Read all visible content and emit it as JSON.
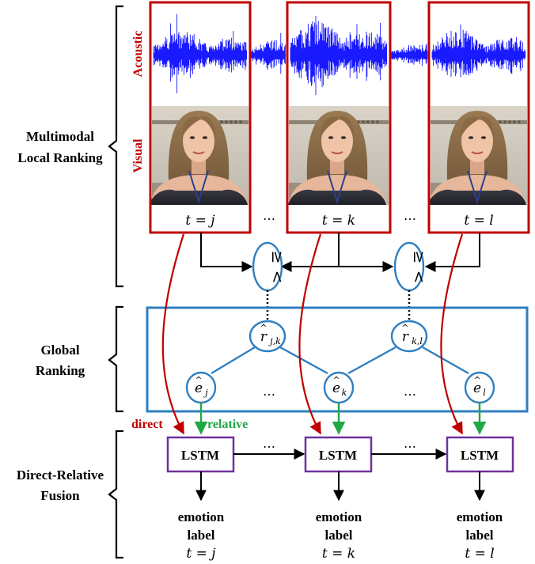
{
  "sections": {
    "local": [
      "Multimodal",
      "Local Ranking"
    ],
    "global": [
      "Global",
      "Ranking"
    ],
    "fusion": [
      "Direct-Relative",
      "Fusion"
    ]
  },
  "modalities": {
    "acoustic": "Acoustic",
    "visual": "Visual"
  },
  "frames": [
    {
      "time_label": "t = j"
    },
    {
      "time_label": "t = k"
    },
    {
      "time_label": "t = l"
    }
  ],
  "ellipsis": "…",
  "comparators": [
    {
      "symbol_top": "≥",
      "symbol_bottom": "<"
    },
    {
      "symbol_top": "≥",
      "symbol_bottom": "<"
    }
  ],
  "rank_nodes": [
    {
      "hat": "r",
      "sub": "j,k"
    },
    {
      "hat": "r",
      "sub": "k,l"
    }
  ],
  "emotion_nodes": [
    {
      "hat": "e",
      "sub": "j"
    },
    {
      "hat": "e",
      "sub": "k"
    },
    {
      "hat": "e",
      "sub": "l"
    }
  ],
  "edge_labels": {
    "direct": "direct",
    "relative": "relative"
  },
  "lstm_label": "LSTM",
  "outputs": [
    {
      "line1": "emotion",
      "line2": "label",
      "time": "t = j"
    },
    {
      "line1": "emotion",
      "line2": "label",
      "time": "t = k"
    },
    {
      "line1": "emotion",
      "line2": "label",
      "time": "t = l"
    }
  ],
  "colors": {
    "frame_border": "#c00000",
    "waveform": "#1a1aff",
    "global_box": "#2f7fc1",
    "node": "#2f7fc1",
    "lstm_border": "#7030a0",
    "direct_arrow": "#c00000",
    "relative_arrow": "#1fa846",
    "modality_text": "#c00000",
    "direct_text": "#c00000",
    "relative_text": "#1fa846"
  }
}
